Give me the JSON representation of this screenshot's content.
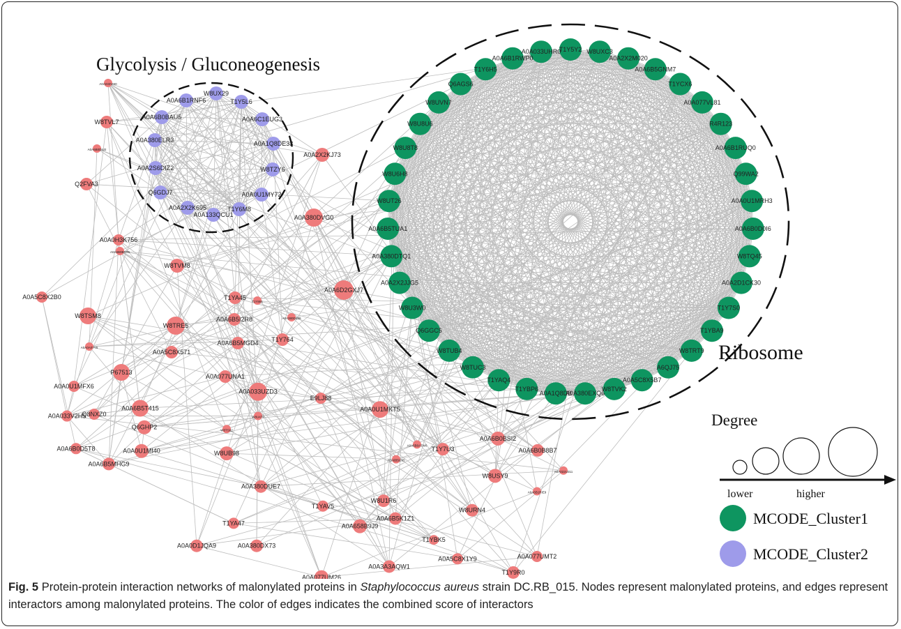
{
  "annotations": {
    "cluster2_title": "Glycolysis / Gluconeogenesis",
    "cluster1_title": "Ribosome"
  },
  "legend": {
    "size_title": "Degree",
    "size_low": "lower",
    "size_high": "higher",
    "cluster1_label": "MCODE_Cluster1",
    "cluster2_label": "MCODE_Cluster2"
  },
  "colors": {
    "cluster1": "#0e9560",
    "cluster2": "#9e9bea",
    "other": "#ee7b7b",
    "edge": "#bdbdbd"
  },
  "caption": {
    "label": "Fig. 5",
    "part1": "Protein-protein interaction networks of malonylated proteins in",
    "species": "Staphylococcus aureus",
    "part2": "strain DC.RB_015. Nodes represent malonylated proteins, and edges represent interactors among malonylated proteins. The color of edges indicates the combined score of interactors"
  },
  "cluster1_nodes": [
    "T1Y5Y2",
    "W8UXC3",
    "A0A2X2M020",
    "A0A6B5GNM7",
    "T1YCX6",
    "A0A077VL81",
    "R4R123",
    "A0A6B1RUQ0",
    "Q99WA2",
    "A0A0U1MRH3",
    "A0A6B0D0I6",
    "W8TQ45",
    "A0A2D1CK30",
    "T1Y7S0",
    "T1YBA9",
    "W8TRT9",
    "A6QJ75",
    "A0A5C8X5B7",
    "W8TVK2",
    "A0A380EXQ6",
    "A0A1Q8DB",
    "T1YBP6",
    "T1YAQ4",
    "W8TUC3",
    "W8TUB4",
    "Q6GGC5",
    "W8U3W0",
    "A0A2X2JJG5",
    "A0A380DTQ1",
    "A0A6B5TUA1",
    "W8UT26",
    "W8U6H8",
    "W8U8T8",
    "W8U8U6",
    "W8UVN7",
    "Q6AGS6",
    "T1Y6H5",
    "A0A6B1RWP0",
    "A0A033UHR0"
  ],
  "cluster2_nodes": [
    "W8UX29",
    "T1Y5L6",
    "A0A6B1RNF6",
    "A0A6B0BAU5",
    "A0A6C1EUG3",
    "A0A380ELR3",
    "A0A1Q8DE33",
    "A0A2S6DIZ2",
    "W8TZY6",
    "Q6GDJ7",
    "A0A0U1MY72",
    "A0A2X2K695",
    "A0A133QCU1",
    "T1Y6M8"
  ],
  "other_nodes": [
    "A0A033V0I0",
    "W8TVL7",
    "A0A6B0DIU2",
    "Q2FVA3",
    "A0A2X2KJ73",
    "A0A380DVG0",
    "A0A0H3K756",
    "A0A6B0BDT6",
    "A0A5C8X2B0",
    "W8TVM8",
    "W8TSM8",
    "T1YA45",
    "T1Y861",
    "A0A6D2GXJ7",
    "A0A6B5I2R8",
    "A0A380DZ89",
    "W8TRE5",
    "A0A6B5MGD4",
    "T1Y764",
    "A0A5C8X571",
    "A0A0A07Y6",
    "P67513",
    "A0A077UNA1",
    "A0A0U1MFX6",
    "A0A033UZD3",
    "E9LJ88",
    "A0A6B5T415",
    "A0A033V2H5",
    "Q8NXZ0",
    "A0A0U1MKT5",
    "Q6GHP2",
    "W8U472",
    "W8TS62",
    "A0A6B0D5T8",
    "A0A0U1MI40",
    "A0A6B0BSI2",
    "A0A6B5MHG9",
    "W8UB98",
    "A0A6B0A7W0",
    "T1Y7U3",
    "A0A6B0B8B7",
    "A0A6B5I265",
    "A0A380DUE7",
    "W8USY9",
    "A0A022U311",
    "T1YAV5",
    "W8U1R6",
    "A0A6B1RIE9",
    "T1YA47",
    "W8URN4",
    "A0A6B5K1Z1",
    "A0A658B9J9",
    "A0A0D1JQA9",
    "A0A380DX73",
    "T1YBK5",
    "A0A077UMT2",
    "A0A5C8X1Y9",
    "A0A3A3AQW1",
    "T1Y9R0",
    "A0A077UM26"
  ]
}
